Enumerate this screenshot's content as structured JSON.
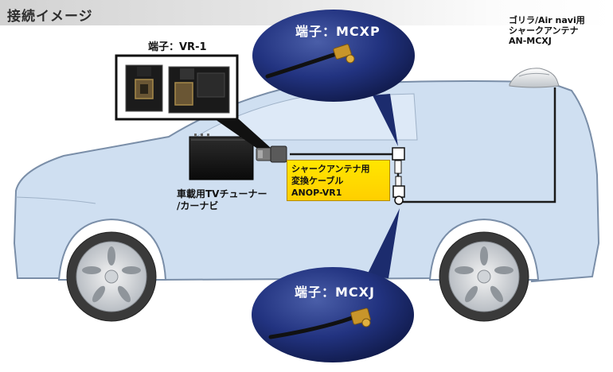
{
  "header": {
    "title": "接続イメージ"
  },
  "connector_vr1": {
    "label": "端子：VR-1"
  },
  "antenna": {
    "label_lines": [
      "ゴリラ/Air navi用",
      "シャークアンテナ",
      "AN-MCXJ"
    ]
  },
  "tuner": {
    "label_lines": [
      "車載用TVチューナー",
      "/カーナビ"
    ]
  },
  "cable": {
    "label_lines": [
      "シャークアンテナ用",
      "変換ケーブル",
      "ANOP-VR1"
    ]
  },
  "mcxp": {
    "label": "端子：MCXP"
  },
  "mcxj": {
    "label": "端子：MCXJ"
  },
  "colors": {
    "car_body": "#cfdff1",
    "car_outline": "#7a8ea8",
    "callout": "#ffdd00",
    "circle": "#1c2c6e",
    "cable": "#1a1a1a"
  }
}
